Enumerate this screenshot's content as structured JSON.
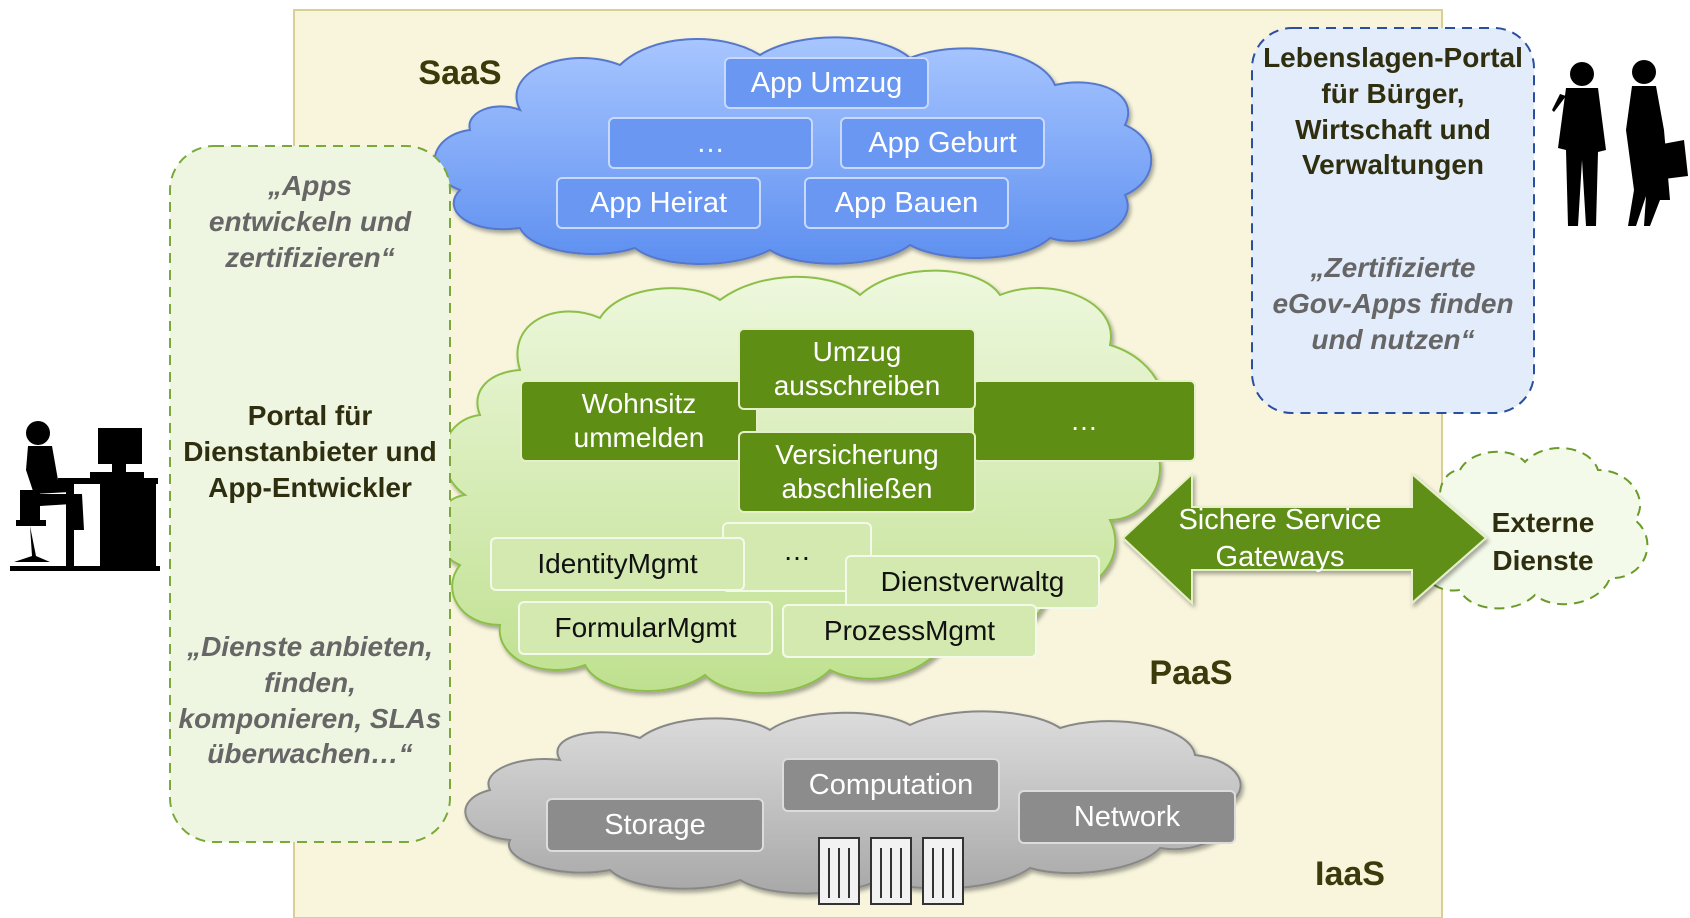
{
  "saas": {
    "title": "SaaS",
    "apps": [
      "App Umzug",
      "…",
      "App Geburt",
      "App Heirat",
      "App Bauen"
    ]
  },
  "paas": {
    "title": "PaaS",
    "services": [
      "Umzug ausschreiben",
      "Wohnsitz ummelden",
      "…",
      "Versicherung abschließen"
    ],
    "components": [
      "…",
      "IdentityMgmt",
      "Dienstverwaltg",
      "FormularMgmt",
      "ProzessMgmt"
    ]
  },
  "iaas": {
    "title": "IaaS",
    "resources": [
      "Computation",
      "Storage",
      "Network"
    ]
  },
  "developer_portal": {
    "quote_top": "„Apps entwickeln und zertifizieren“",
    "title": "Portal für Dienstanbieter und App-Entwickler",
    "quote_bottom": "„Dienste anbieten, finden, komponieren, SLAs überwachen…“"
  },
  "citizen_portal": {
    "title": "Lebenslagen-Portal für Bürger, Wirtschaft und Verwaltungen",
    "quote": "„Zertifizierte eGov-Apps finden und nutzen“"
  },
  "gateway": {
    "label": "Sichere Service Gateways"
  },
  "external": {
    "label": "Externe Dienste"
  },
  "colors": {
    "platform_bg": "#f8f5dc",
    "saas_cloud": "#7aa6f5",
    "paas_cloud": "#cfe6a8",
    "iaas_cloud": "#c4c4c4",
    "gateway_arrow": "#5e8f14",
    "developer_panel": "#eef6e2",
    "citizen_panel": "#e3ecfb"
  },
  "icons": [
    "developer-at-computer-icon",
    "business-people-icon",
    "server-rack-icon"
  ]
}
